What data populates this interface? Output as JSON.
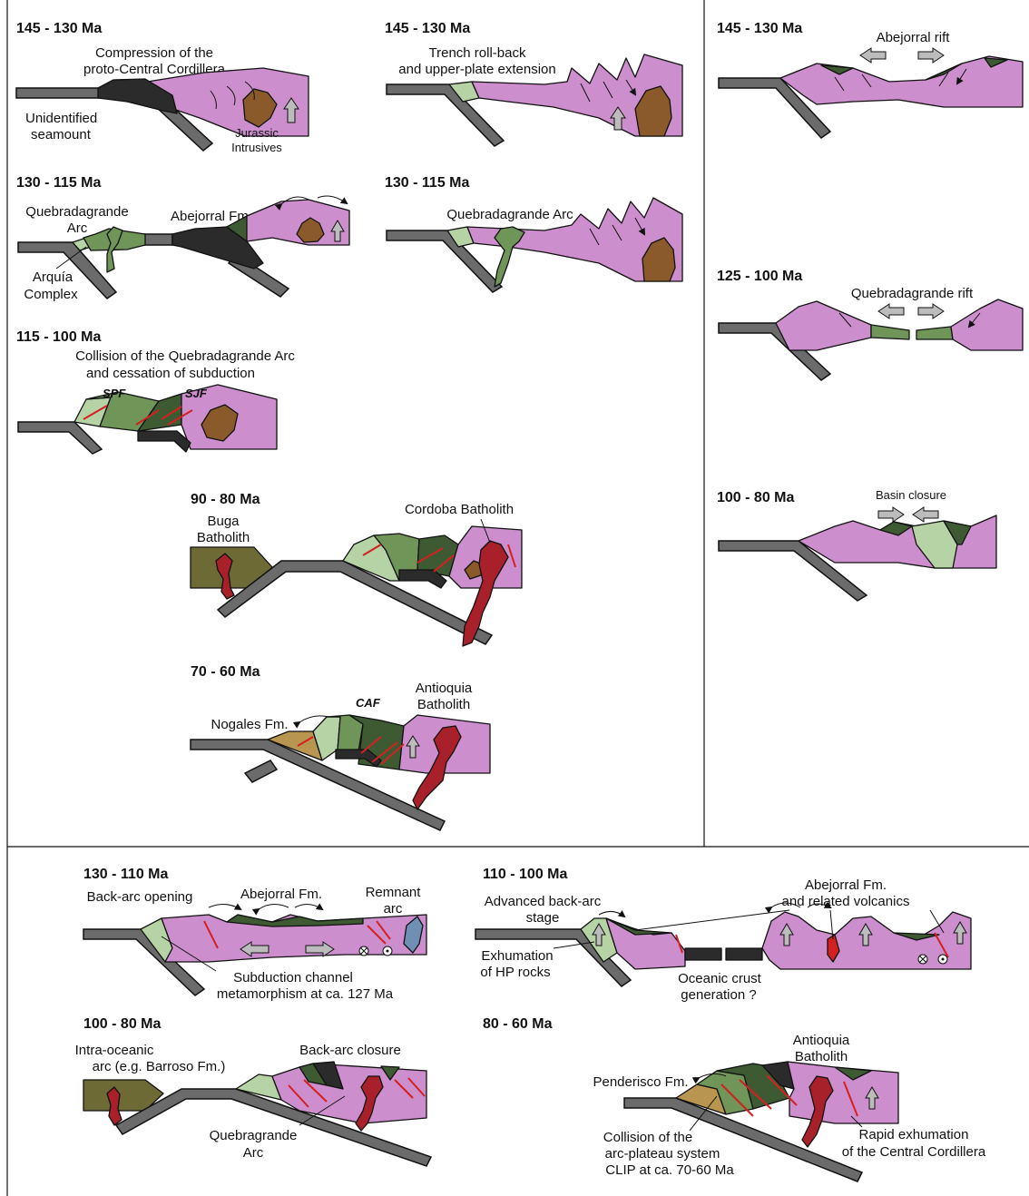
{
  "colors": {
    "continental_crust": "#cc8ecc",
    "arc_dark_green": "#3d5a32",
    "arc_mid_green": "#6f9558",
    "arc_light_green": "#b5d3a5",
    "seamount_black": "#2b2b2b",
    "oceanic_slab": "#6b6b6b",
    "jurassic_intrusive": "#8b5a2b",
    "batholith_red": "#a8202a",
    "buga_olive": "#6e6a35",
    "nogales_tan": "#b8964f",
    "remnant_arc_blue": "#6f8fb5",
    "fault_red": "#d42020",
    "uplift_arrow_grey": "#bcbcbc"
  },
  "panels": {
    "p1": {
      "age": "145 - 130 Ma",
      "title_line1": "Compression of the",
      "title_line2": "proto-Central Cordillera",
      "seamount_line1": "Unidentified",
      "seamount_line2": "seamount",
      "intrusive_line1": "Jurassic",
      "intrusive_line2": "Intrusives"
    },
    "p2": {
      "age": "145 - 130 Ma",
      "title_line1": "Trench roll-back",
      "title_line2": "and upper-plate extension"
    },
    "p3": {
      "age": "130 - 115 Ma",
      "arc_line1": "Quebradagrande",
      "arc_line2": "Arc",
      "fm": "Abejorral Fm.",
      "complex_line1": "Arquía",
      "complex_line2": "Complex"
    },
    "p4": {
      "age": "130 - 115 Ma",
      "arc": "Quebradagrande Arc"
    },
    "p5": {
      "age": "115 - 100 Ma",
      "title_line1": "Collision of the Quebradagrande Arc",
      "title_line2": "and cessation of subduction",
      "fault1": "SPF",
      "fault2": "SJF"
    },
    "p6": {
      "age": "90 - 80 Ma",
      "buga_line1": "Buga",
      "buga_line2": "Batholith",
      "cordoba": "Cordoba Batholith"
    },
    "p7": {
      "age": "70 - 60 Ma",
      "nogales": "Nogales Fm.",
      "fault": "CAF",
      "antioquia_line1": "Antioquia",
      "antioquia_line2": "Batholith"
    },
    "r1": {
      "age": "145 - 130 Ma",
      "label": "Abejorral rift"
    },
    "r2": {
      "age": "125 - 100 Ma",
      "label": "Quebradagrande rift"
    },
    "r3": {
      "age": "100 - 80 Ma",
      "label": "Basin closure"
    },
    "b1": {
      "age": "130 - 110 Ma",
      "backarc": "Back-arc opening",
      "fm": "Abejorral Fm.",
      "remnant_line1": "Remnant",
      "remnant_line2": "arc",
      "meta_line1": "Subduction channel",
      "meta_line2": "metamorphism at ca. 127 Ma"
    },
    "b2": {
      "age": "110 - 100 Ma",
      "adv_line1": "Advanced back-arc",
      "adv_line2": "stage",
      "fm_line1": "Abejorral Fm.",
      "fm_line2": "and related volcanics",
      "exh_line1": "Exhumation",
      "exh_line2": "of HP rocks",
      "ocean_line1": "Oceanic crust",
      "ocean_line2": "generation ?"
    },
    "b3": {
      "age": "100 - 80 Ma",
      "intra_line1": "Intra-oceanic",
      "intra_line2": "arc (e.g. Barroso Fm.)",
      "closure": "Back-arc closure",
      "arc_line1": "Quebragrande",
      "arc_line2": "Arc"
    },
    "b4": {
      "age": "80 - 60 Ma",
      "antioquia_line1": "Antioquia",
      "antioquia_line2": "Batholith",
      "penderisco": "Penderisco Fm.",
      "coll_line1": "Collision of the",
      "coll_line2": "arc-plateau system",
      "coll_line3": "CLIP at ca. 70-60 Ma",
      "rapid_line1": "Rapid exhumation",
      "rapid_line2": "of the Central Cordillera"
    }
  }
}
